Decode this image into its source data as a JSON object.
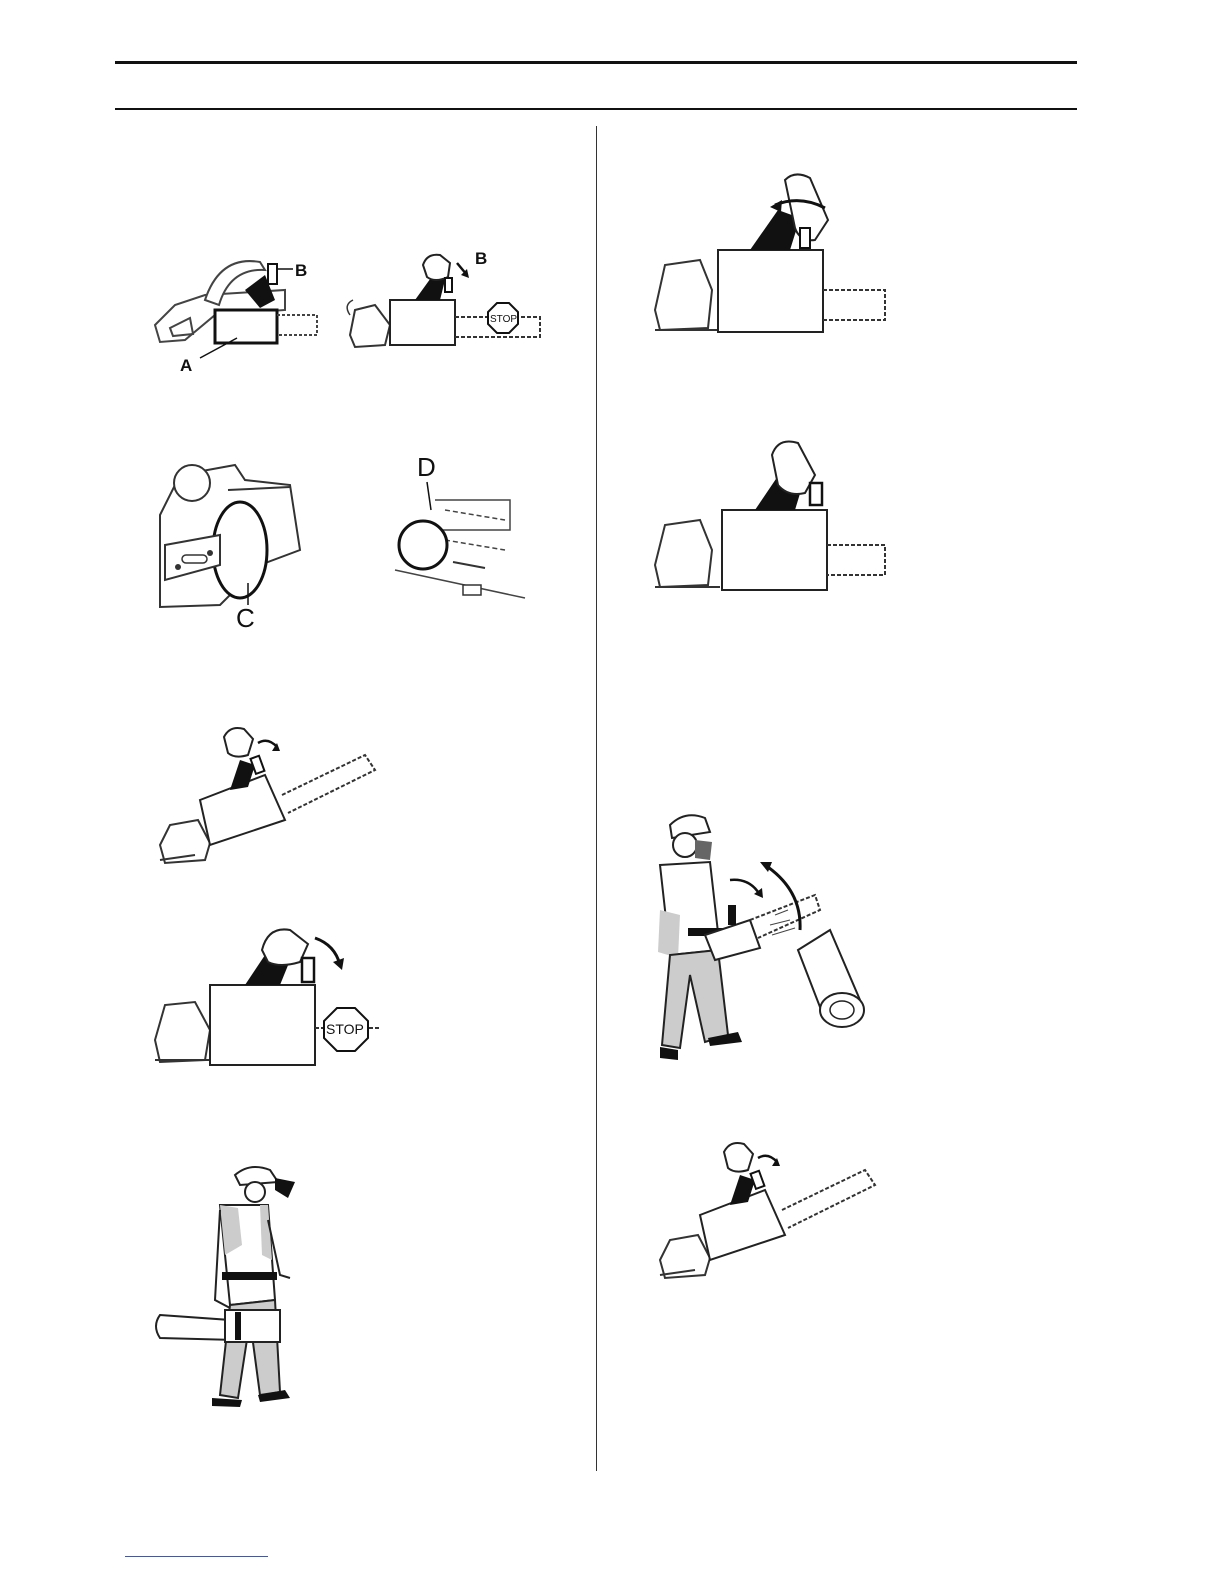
{
  "figures": {
    "chain_brake_guard": {
      "label_a": "A",
      "label_b": "B"
    },
    "chain_brake_activated": {
      "label_b": "B",
      "stop_sign": "STOP"
    },
    "clutch_cover": {
      "label_c": "C"
    },
    "brake_band": {
      "label_d": "D"
    },
    "brake_stop": {
      "stop_sign": "STOP"
    }
  }
}
